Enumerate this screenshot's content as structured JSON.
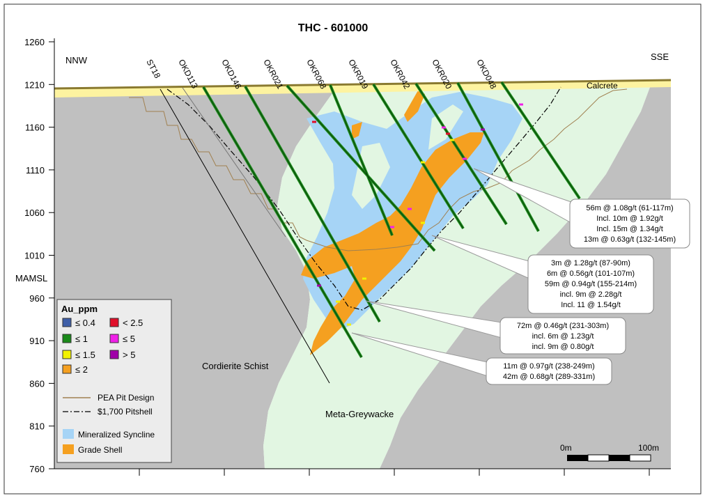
{
  "title": "THC - 601000",
  "y_axis": {
    "label": "MAMSL",
    "ticks": [
      "1260",
      "1210",
      "1160",
      "1110",
      "1060",
      "1010",
      "960",
      "910",
      "860",
      "810",
      "760"
    ]
  },
  "directions": {
    "left": "NNW",
    "right": "SSE"
  },
  "drillholes": [
    "ST18",
    "OKD113",
    "OKD146",
    "OKR021",
    "OKR068",
    "OKR019",
    "OKR042",
    "OKR020",
    "OKD048"
  ],
  "lithology": {
    "calcrete": "Calcrete",
    "cordierite_schist": "Cordierite Schist",
    "meta_greywacke": "Meta-Greywacke"
  },
  "intercepts": [
    {
      "lines": [
        "56m @ 1.08g/t (61-117m)",
        "Incl. 10m @ 1.92g/t",
        "Incl. 15m @ 1.34g/t",
        "13m @ 0.63g/t (132-145m)"
      ]
    },
    {
      "lines": [
        "3m @ 1.28g/t (87-90m)",
        "6m @ 0.56g/t (101-107m)",
        "59m @ 0.94g/t (155-214m)",
        "incl.  9m @ 2.28g/t",
        "Incl. 11 @ 1.54g/t"
      ]
    },
    {
      "lines": [
        "72m @ 0.46g/t (231-303m)",
        "incl. 6m @ 1.23g/t",
        "incl.  9m @ 0.80g/t"
      ]
    },
    {
      "lines": [
        "11m @ 0.97g/t (238-249m)",
        "42m @ 0.68g/t (289-331m)"
      ]
    }
  ],
  "legend": {
    "title": "Au_ppm",
    "grade_items": [
      {
        "label": "≤ 0.4",
        "color": "#3f5fa8"
      },
      {
        "label": "< 2.5",
        "color": "#e0102a"
      },
      {
        "label": "≤ 1",
        "color": "#1a8a1a"
      },
      {
        "label": "≤ 5",
        "color": "#f020e8"
      },
      {
        "label": "≤ 1.5",
        "color": "#f2f200"
      },
      {
        "label": "> 5",
        "color": "#a000a8"
      },
      {
        "label": "≤ 2",
        "color": "#f5a020"
      }
    ],
    "pea_pit": "PEA Pit Design",
    "pitshell": "$1,700 Pitshell",
    "mineralized": "Mineralized Syncline",
    "grade_shell": "Grade Shell"
  },
  "scale_bar": {
    "start": "0m",
    "end": "100m"
  },
  "colors": {
    "schist": "#c0c0c0",
    "greywacke": "#e2f6e2",
    "syncline": "#a6d4f6",
    "grade_shell": "#f5a020",
    "calcrete": "#fdf3a0",
    "drillhole": "#1a8a1a",
    "pit_design": "#a08050"
  }
}
